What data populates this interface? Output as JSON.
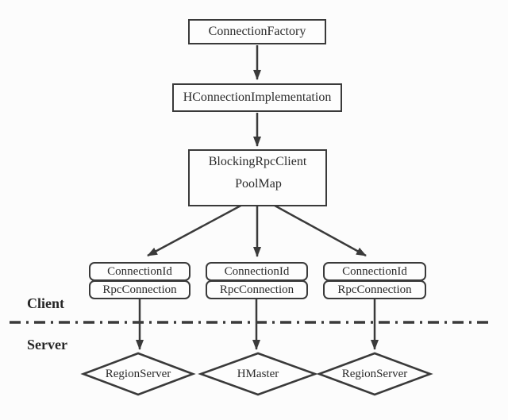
{
  "nodes": {
    "connection_factory": "ConnectionFactory",
    "hconnection_implementation": "HConnectionImplementation",
    "blocking_rpc_client": "BlockingRpcClient",
    "pool_map": "PoolMap"
  },
  "connection_stacks": [
    {
      "top": "ConnectionId",
      "bottom": "RpcConnection"
    },
    {
      "top": "ConnectionId",
      "bottom": "RpcConnection"
    },
    {
      "top": "ConnectionId",
      "bottom": "RpcConnection"
    }
  ],
  "server_nodes": [
    "RegionServer",
    "HMaster",
    "RegionServer"
  ],
  "zone_labels": {
    "client": "Client",
    "server": "Server"
  },
  "colors": {
    "stroke": "#3a3a3a",
    "text": "#2b2b2b",
    "background": "#fcfcfc"
  }
}
